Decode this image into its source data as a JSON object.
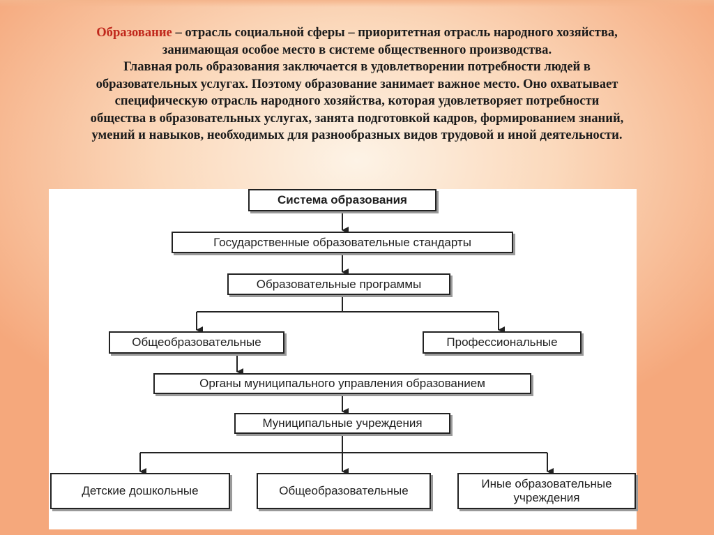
{
  "intro": {
    "term": "Образование",
    "line1_rest": " – отрасль социальной сферы – приоритетная отрасль народного хозяйства,",
    "line2": "занимающая особое место в системе общественного производства.",
    "line3": "Главная роль образования заключается в удовлетворении потребности людей в",
    "line4": "образовательных услугах. Поэтому образование занимает важное место. Оно охватывает",
    "line5": "специфическую отрасль народного хозяйства, которая удовлетворяет потребности",
    "line6": "общества в образовательных услугах, занята подготовкой кадров, формированием знаний,",
    "line7": "умений и навыков, необходимых для разнообразных видов трудовой и иной деятельности."
  },
  "colors": {
    "term": "#c0281c",
    "background_center": "#fdf3e6",
    "background_edge": "#f5a87c",
    "box_border": "#222222"
  },
  "diagram": {
    "nodes": {
      "system": "Система образования",
      "standards": "Государственные образовательные стандарты",
      "programs": "Образовательные программы",
      "general": "Общеобразовательные",
      "professional": "Профессиональные",
      "municipal_authorities": "Органы муниципального управления образованием",
      "municipal_institutions": "Муниципальные учреждения",
      "preschool": "Детские дошкольные",
      "general_schools": "Общеобразовательные",
      "other_line1": "Иные образовательные",
      "other_line2": "учреждения"
    },
    "edges": [
      [
        "system",
        "standards"
      ],
      [
        "standards",
        "programs"
      ],
      [
        "programs",
        "general"
      ],
      [
        "programs",
        "professional"
      ],
      [
        "general",
        "municipal_authorities"
      ],
      [
        "municipal_authorities",
        "municipal_institutions"
      ],
      [
        "municipal_institutions",
        "preschool"
      ],
      [
        "municipal_institutions",
        "general_schools"
      ],
      [
        "municipal_institutions",
        "other"
      ]
    ]
  }
}
